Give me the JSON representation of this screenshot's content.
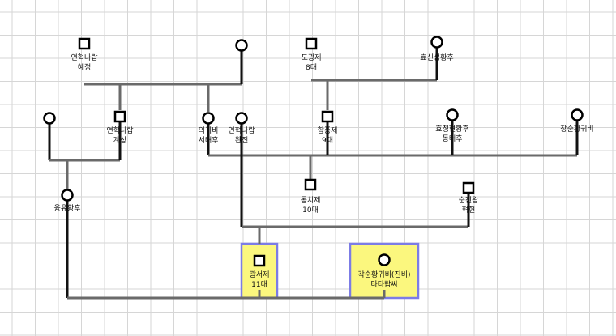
{
  "people": [
    {
      "id": "yeonghye",
      "name": "연혁나랍",
      "sub": "혜정",
      "sex": "m"
    },
    {
      "id": "topf",
      "name": "",
      "sub": "",
      "sex": "f"
    },
    {
      "id": "daoguang",
      "name": "도광제",
      "sub": "8대",
      "sex": "m"
    },
    {
      "id": "xiaoshen",
      "name": "효신성황후",
      "sub": "",
      "sex": "f"
    },
    {
      "id": "leftf",
      "name": "",
      "sub": "",
      "sex": "f"
    },
    {
      "id": "yeongye",
      "name": "연혁나랍",
      "sub": "계상",
      "sex": "m"
    },
    {
      "id": "uigwibi",
      "name": "의귀비",
      "sub": "서태후",
      "sex": "f"
    },
    {
      "id": "yeonwan",
      "name": "연혁나랍",
      "sub": "완전",
      "sex": "f"
    },
    {
      "id": "xianfeng",
      "name": "함풍제",
      "sub": "9대",
      "sex": "m"
    },
    {
      "id": "xiaozhen",
      "name": "효정현황후",
      "sub": "동태후",
      "sex": "f"
    },
    {
      "id": "jangsun",
      "name": "장순황귀비",
      "sub": "",
      "sex": "f"
    },
    {
      "id": "longyu",
      "name": "융유황후",
      "sub": "",
      "sex": "f"
    },
    {
      "id": "tongzhi",
      "name": "동치제",
      "sub": "10대",
      "sex": "m"
    },
    {
      "id": "sunchin",
      "name": "순친왕",
      "sub": "혁현",
      "sex": "m"
    },
    {
      "id": "guangxu",
      "name": "광서제",
      "sub": "11대",
      "sex": "m",
      "highlight": true
    },
    {
      "id": "gakjun",
      "name": "각순황귀비(진비)",
      "sub": "타타랍씨",
      "sex": "f",
      "highlight": true
    }
  ],
  "colors": {
    "highlight_fill": "#fbf77e",
    "highlight_border": "#7c7ce6",
    "line": "#6a6a6a",
    "symbol": "#000000"
  }
}
